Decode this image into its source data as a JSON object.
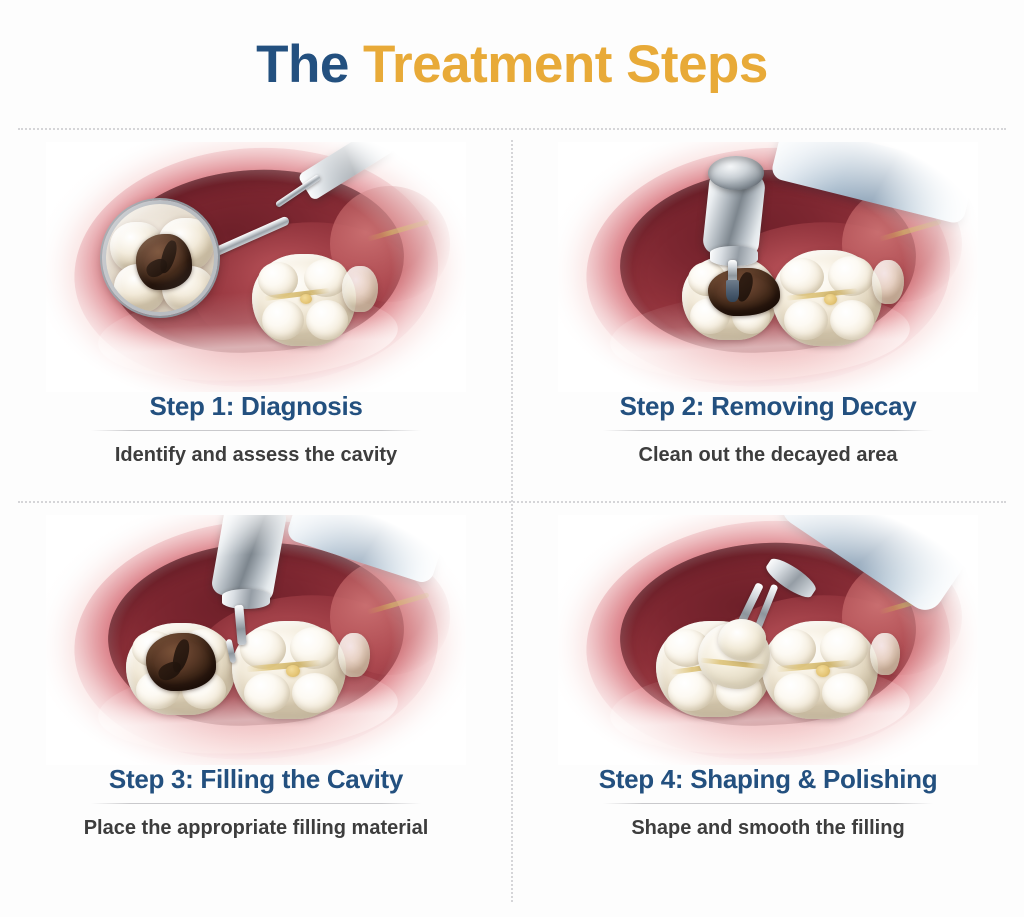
{
  "header": {
    "title_part1": "The",
    "title_part2": "Treatment Steps"
  },
  "theme": {
    "navy": "#23507f",
    "gold": "#e8aa38",
    "subtitle_gray": "#3d3d3d",
    "divider_gray": "#d5d5d8",
    "background": "#fdfdfd",
    "lip_pink": "#e79ca0",
    "oral_cavity_red": "#7c2630",
    "tooth_cream": "#f2ead9",
    "decay_brown": "#553624",
    "instrument_silver": "#aeb6bd",
    "handpiece_blue": "#a9bccd"
  },
  "steps": [
    {
      "title": "Step 1: Diagnosis",
      "subtitle": "Identify and assess the cavity",
      "illustration": "dental-mirror-examining-decayed-molar"
    },
    {
      "title": "Step 2: Removing Decay",
      "subtitle": "Clean out the decayed area",
      "illustration": "dental-drill-removing-decay-from-molar"
    },
    {
      "title": "Step 3: Filling the Cavity",
      "subtitle": "Place the appropriate filling material",
      "illustration": "filling-instrument-placing-material-in-molar"
    },
    {
      "title": "Step 4: Shaping & Polishing",
      "subtitle": "Shape and smooth the filling",
      "illustration": "polishing-handpiece-smoothing-filled-molar"
    }
  ]
}
